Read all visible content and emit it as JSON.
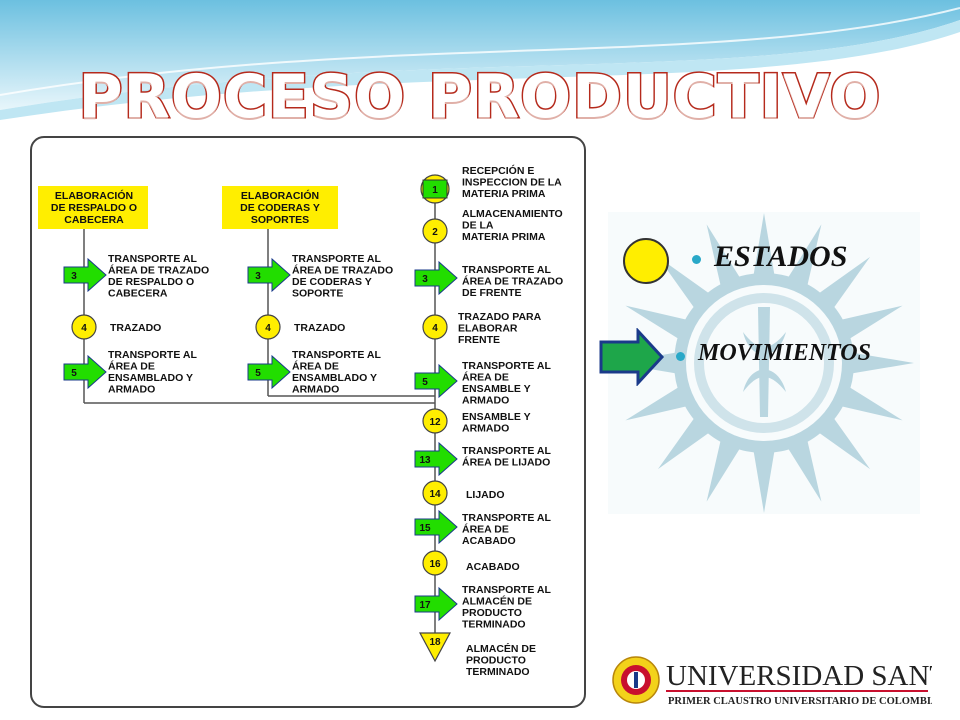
{
  "title": "PROCESO PRODUCTIVO",
  "diagram": {
    "col1_header": [
      "ELABORACIÓN",
      "DE RESPALDO O",
      "CABECERA"
    ],
    "col2_header": [
      "ELABORACIÓN",
      "DE CODERAS Y",
      "SOPORTES"
    ],
    "col1_steps": [
      {
        "num": "3",
        "kind": "movimiento",
        "lines": [
          "TRANSPORTE AL",
          "ÁREA DE TRAZADO",
          "DE RESPALDO O",
          "CABECERA"
        ]
      },
      {
        "num": "4",
        "kind": "estado",
        "lines": [
          "TRAZADO"
        ]
      },
      {
        "num": "5",
        "kind": "movimiento",
        "lines": [
          "TRANSPORTE AL",
          "ÁREA DE",
          "ENSAMBLADO Y",
          "ARMADO"
        ]
      }
    ],
    "col2_steps": [
      {
        "num": "3",
        "kind": "movimiento",
        "lines": [
          "TRANSPORTE AL",
          "ÁREA DE TRAZADO",
          "DE CODERAS Y",
          "SOPORTE"
        ]
      },
      {
        "num": "4",
        "kind": "estado",
        "lines": [
          "TRAZADO"
        ]
      },
      {
        "num": "5",
        "kind": "movimiento",
        "lines": [
          "TRANSPORTE AL",
          "ÁREA DE",
          "ENSAMBLADO Y",
          "ARMADO"
        ]
      }
    ],
    "main_steps": [
      {
        "num": "1",
        "kind": "inicio",
        "lines": [
          "RECEPCIÓN E",
          "INSPECCION DE LA",
          "MATERIA PRIMA"
        ]
      },
      {
        "num": "2",
        "kind": "estado",
        "lines": [
          "ALMACENAMIENTO",
          "DE LA",
          "MATERIA PRIMA"
        ]
      },
      {
        "num": "3",
        "kind": "movimiento",
        "lines": [
          "TRANSPORTE AL",
          "ÁREA DE TRAZADO",
          "DE FRENTE"
        ]
      },
      {
        "num": "4",
        "kind": "estado",
        "lines": [
          "TRAZADO PARA",
          "ELABORAR",
          "FRENTE"
        ]
      },
      {
        "num": "5",
        "kind": "movimiento",
        "lines": [
          "TRANSPORTE AL",
          "ÁREA DE",
          "ENSAMBLE Y",
          "ARMADO"
        ]
      },
      {
        "num": "12",
        "kind": "estado",
        "lines": [
          "ENSAMBLE Y",
          "ARMADO"
        ]
      },
      {
        "num": "13",
        "kind": "movimiento",
        "lines": [
          "TRANSPORTE AL",
          "ÁREA DE LIJADO"
        ]
      },
      {
        "num": "14",
        "kind": "estado",
        "lines": [
          "LIJADO"
        ]
      },
      {
        "num": "15",
        "kind": "movimiento",
        "lines": [
          "TRANSPORTE AL",
          "ÁREA DE",
          "ACABADO"
        ]
      },
      {
        "num": "16",
        "kind": "estado",
        "lines": [
          "ACABADO"
        ]
      },
      {
        "num": "17",
        "kind": "movimiento",
        "lines": [
          "TRANSPORTE AL",
          "ALMACÉN DE",
          "PRODUCTO",
          "TERMINADO"
        ]
      },
      {
        "num": "18",
        "kind": "almacen",
        "lines": [
          "ALMACÉN DE",
          "PRODUCTO",
          "TERMINADO"
        ]
      }
    ]
  },
  "legend": {
    "estados": "ESTADOS",
    "movimientos": "MOVIMIENTOS"
  },
  "logo": {
    "name": "UNIVERSIDAD SANTO TOMÁS",
    "tagline": "PRIMER CLAUSTRO UNIVERSITARIO DE COLOMBIA"
  },
  "colors": {
    "estado_fill": "#ffee00",
    "movimiento_fill": "#22dd00",
    "header_fill": "#ffee00",
    "title_outline": "#b52a1c",
    "wave": "#8fd0e8",
    "seal": "#b9d6e0"
  }
}
